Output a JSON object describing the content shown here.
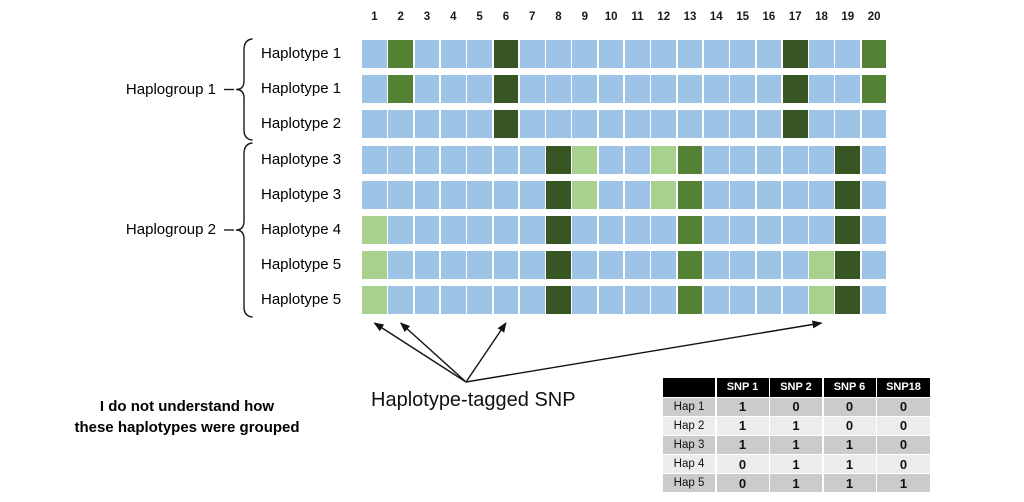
{
  "diagram": {
    "tagged_snp_label": "Haplotype-tagged SNP",
    "note_line1": "I do not understand how",
    "note_line2": "these haplotypes were grouped"
  },
  "colors": {
    "blue": "#9DC3E6",
    "light_green": "#A9D18E",
    "medium_green": "#548235",
    "dark_green": "#375623",
    "table_header_bg": "#000000",
    "table_header_text": "#FFFFFF",
    "table_row_dark": "#CBCBCB",
    "table_row_light": "#ECECEC"
  },
  "grid": {
    "column_labels": [
      "1",
      "2",
      "3",
      "4",
      "5",
      "6",
      "7",
      "8",
      "9",
      "10",
      "11",
      "12",
      "13",
      "14",
      "15",
      "16",
      "17",
      "18",
      "19",
      "20"
    ],
    "cell_color_codes": {
      "B": "blue",
      "L": "light_green",
      "M": "medium_green",
      "D": "dark_green"
    },
    "rows": [
      {
        "label": "Haplotype 1",
        "cells": "BMBBBDBBBBBBBBBBDBBM"
      },
      {
        "label": "Haplotype 1",
        "cells": "BMBBBDBBBBBBBBBBDBBM"
      },
      {
        "label": "Haplotype 2",
        "cells": "BBBBBDBBBBBBBBBBDBBB"
      },
      {
        "label": "Haplotype 3",
        "cells": "BBBBBBBDLBBLMBBBBBDB"
      },
      {
        "label": "Haplotype 3",
        "cells": "BBBBBBBDLBBLMBBBBBDB"
      },
      {
        "label": "Haplotype 4",
        "cells": "LBBBBBBDBBBBMBBBBBDB"
      },
      {
        "label": "Haplotype 5",
        "cells": "LBBBBBBDBBBBMBBBBLDB"
      },
      {
        "label": "Haplotype 5",
        "cells": "LBBBBBBDBBBBMBBBBLDB"
      }
    ]
  },
  "groups": [
    {
      "label": "Haplogroup 1",
      "row_start": 1,
      "row_end": 3
    },
    {
      "label": "Haplogroup 2",
      "row_start": 4,
      "row_end": 8
    }
  ],
  "annotations": {
    "tagged_snp_columns": [
      1,
      2,
      6,
      18
    ]
  },
  "snp_table": {
    "headers": [
      "",
      "SNP 1",
      "SNP 2",
      "SNP 6",
      "SNP18"
    ],
    "rows": [
      {
        "label": "Hap 1",
        "values": [
          "1",
          "0",
          "0",
          "0"
        ]
      },
      {
        "label": "Hap 2",
        "values": [
          "1",
          "1",
          "0",
          "0"
        ]
      },
      {
        "label": "Hap 3",
        "values": [
          "1",
          "1",
          "1",
          "0"
        ]
      },
      {
        "label": "Hap 4",
        "values": [
          "0",
          "1",
          "1",
          "0"
        ]
      },
      {
        "label": "Hap 5",
        "values": [
          "0",
          "1",
          "1",
          "1"
        ]
      }
    ]
  }
}
